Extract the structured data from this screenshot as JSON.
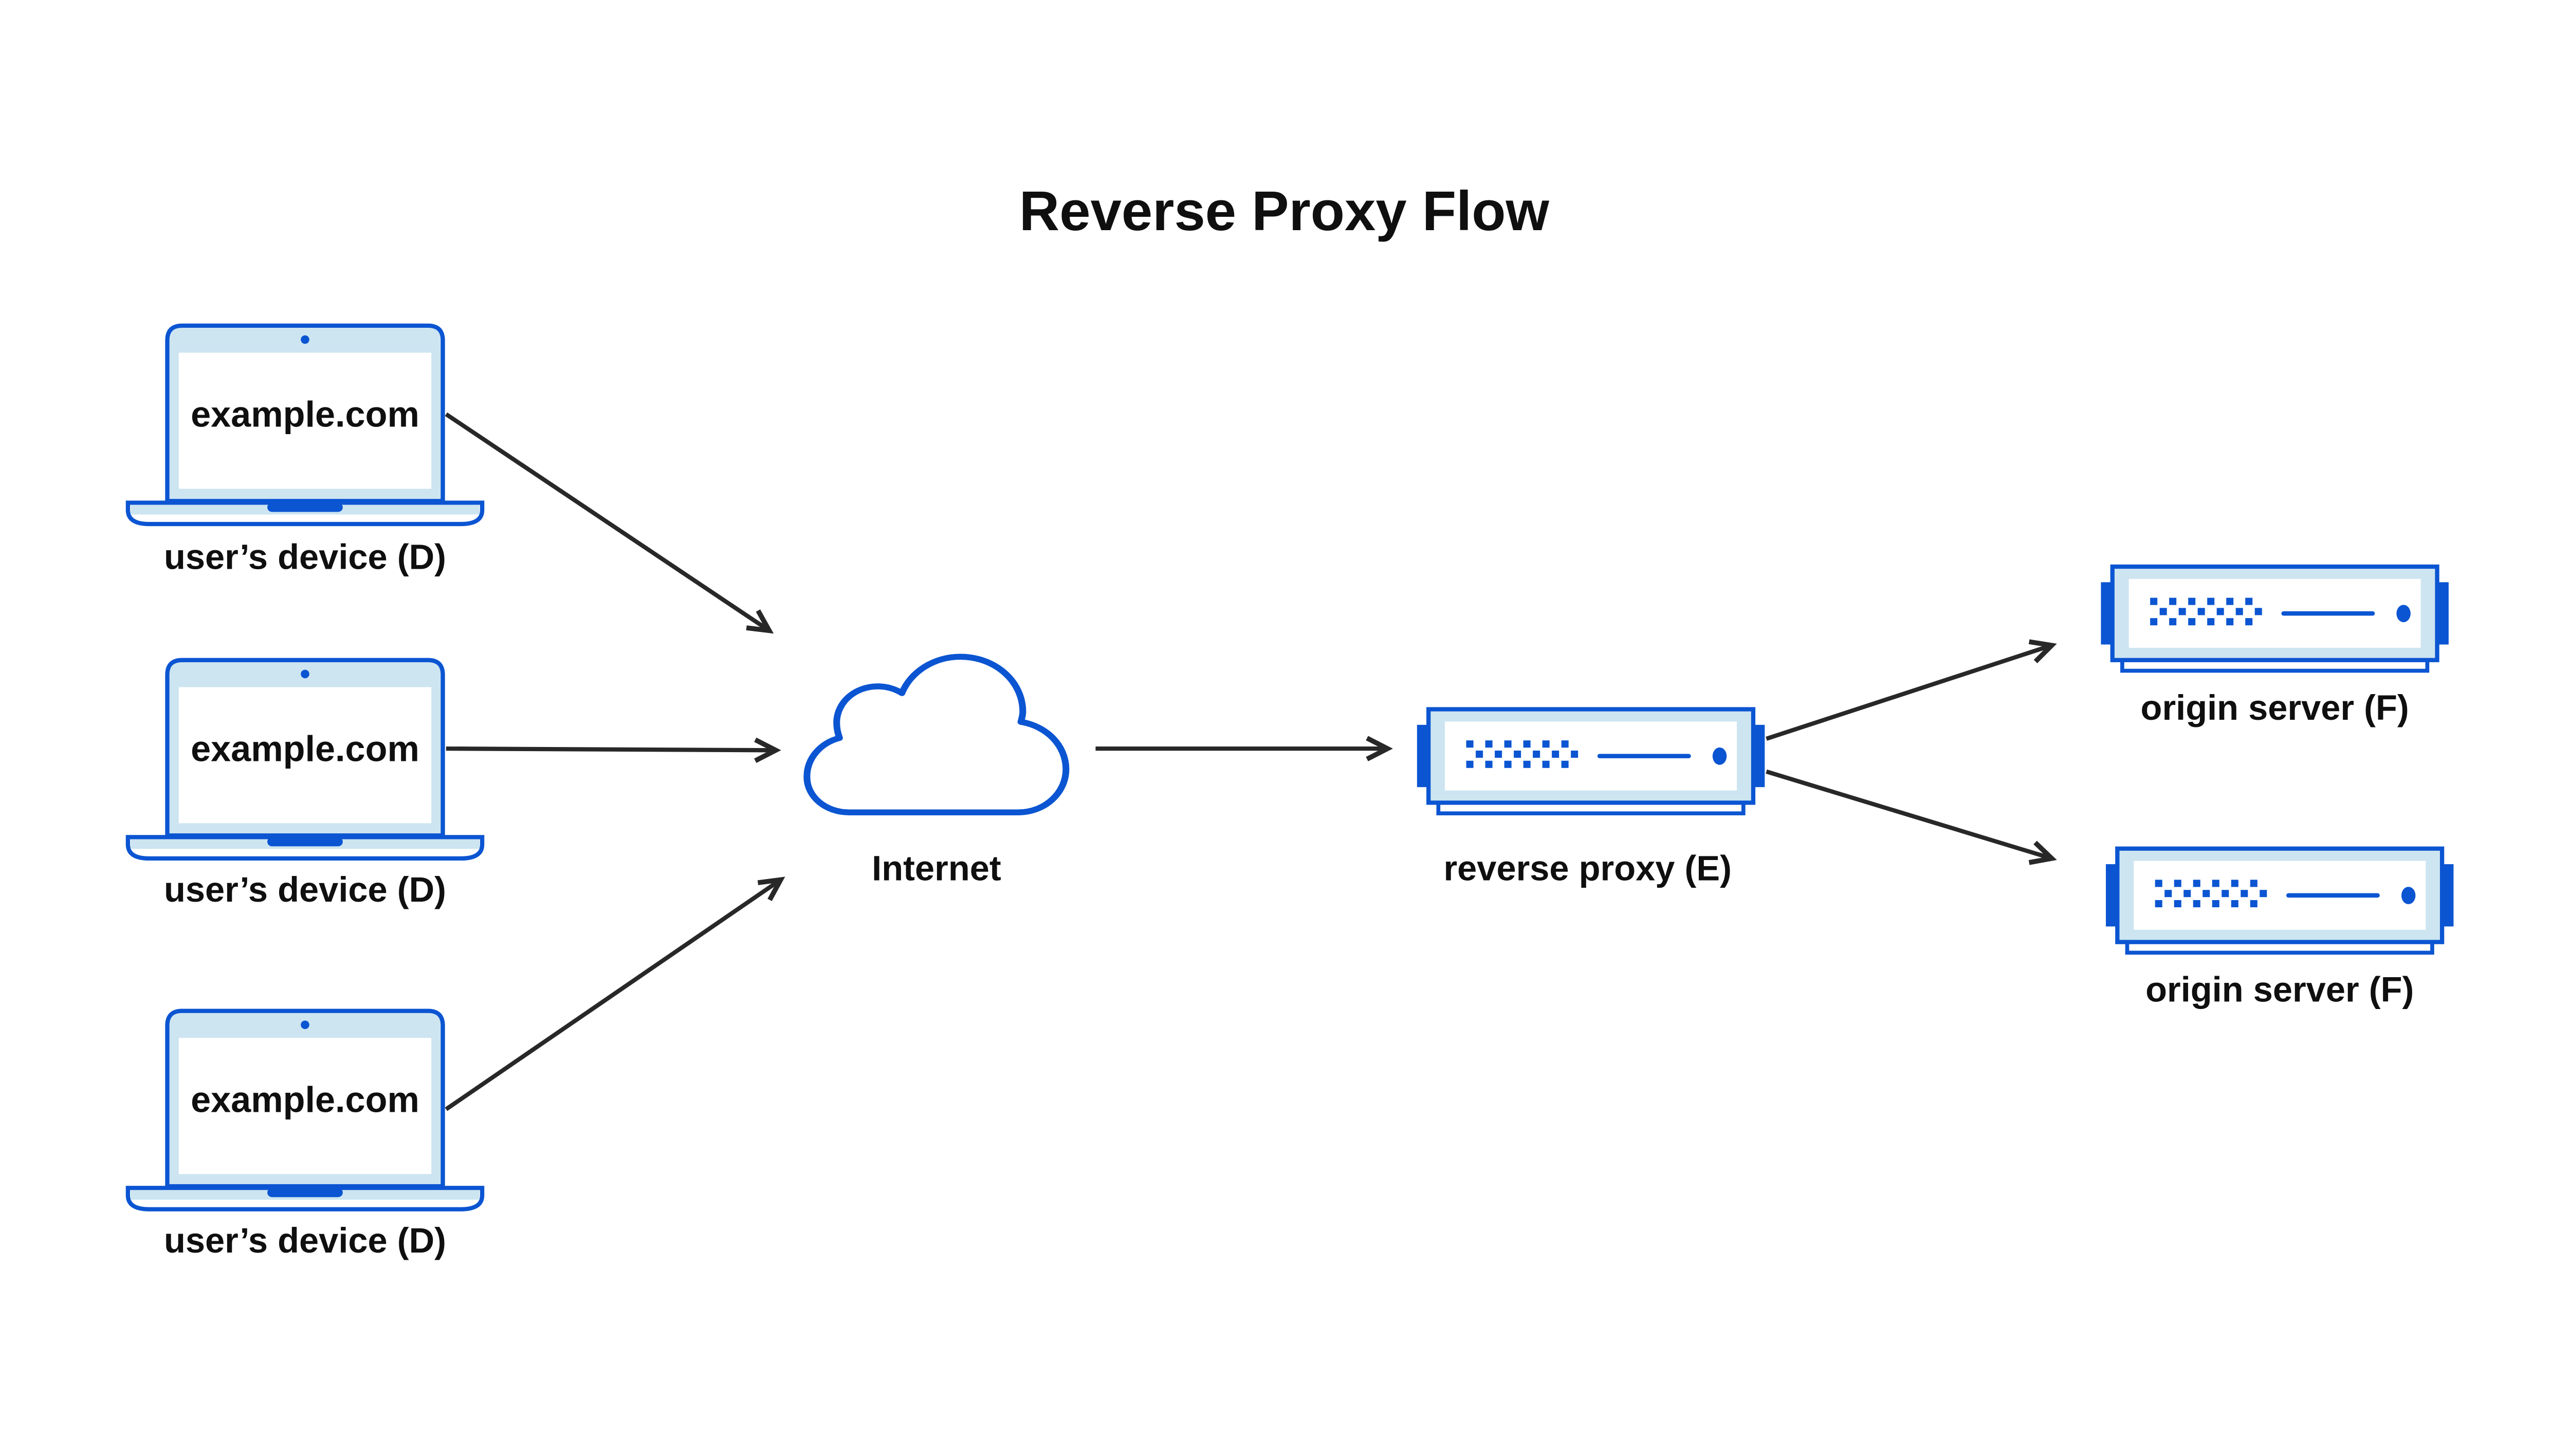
{
  "title": "Reverse Proxy Flow",
  "colors": {
    "accent_blue": "#0b55d2",
    "light_blue": "#cde5f1",
    "panel_white": "#ffffff",
    "arrow_ink": "#282828",
    "text_ink": "#0f0f0f",
    "background": "#ffffff"
  },
  "devices": [
    {
      "screen_text": "example.com",
      "label": "user’s device (D)",
      "icon": "laptop-icon"
    },
    {
      "screen_text": "example.com",
      "label": "user’s device (D)",
      "icon": "laptop-icon"
    },
    {
      "screen_text": "example.com",
      "label": "user’s device (D)",
      "icon": "laptop-icon"
    }
  ],
  "internet": {
    "label": "Internet",
    "icon": "cloud-icon"
  },
  "reverse_proxy": {
    "label": "reverse proxy (E)",
    "icon": "server-icon"
  },
  "origin_servers": [
    {
      "label": "origin server (F)",
      "icon": "server-icon"
    },
    {
      "label": "origin server (F)",
      "icon": "server-icon"
    }
  ],
  "flows": [
    {
      "from": "user-device-1",
      "to": "internet"
    },
    {
      "from": "user-device-2",
      "to": "internet"
    },
    {
      "from": "user-device-3",
      "to": "internet"
    },
    {
      "from": "internet",
      "to": "reverse-proxy"
    },
    {
      "from": "reverse-proxy",
      "to": "origin-server-1"
    },
    {
      "from": "reverse-proxy",
      "to": "origin-server-2"
    }
  ]
}
